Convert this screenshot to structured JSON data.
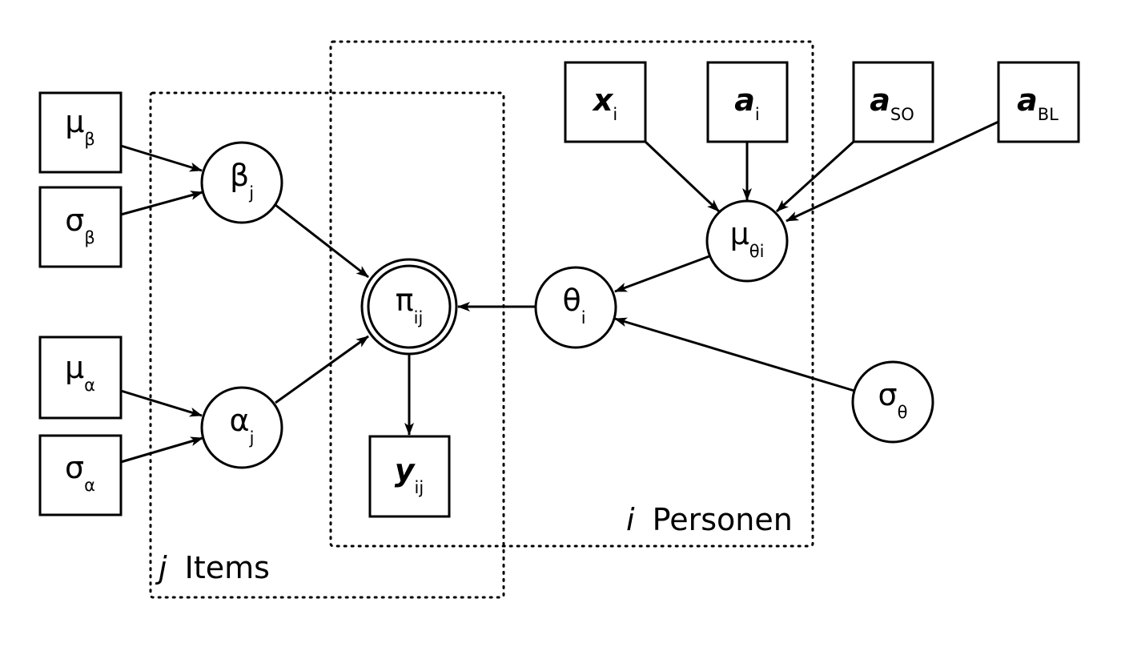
{
  "colors": {
    "stroke": "#000000",
    "fill": "#ffffff"
  },
  "plates": {
    "items": {
      "index": "j",
      "label": "Items"
    },
    "persons": {
      "index": "i",
      "label": "Personen"
    }
  },
  "nodes": {
    "mu_beta": {
      "main": "μ",
      "sub": "β",
      "shape": "square"
    },
    "sigma_beta": {
      "main": "σ",
      "sub": "β",
      "shape": "square"
    },
    "mu_alpha": {
      "main": "μ",
      "sub": "α",
      "shape": "square"
    },
    "sigma_alpha": {
      "main": "σ",
      "sub": "α",
      "shape": "square"
    },
    "beta_j": {
      "main": "β",
      "sub": "j",
      "shape": "circle"
    },
    "alpha_j": {
      "main": "α",
      "sub": "j",
      "shape": "circle"
    },
    "pi_ij": {
      "main": "π",
      "sub": "ij",
      "shape": "double-circle"
    },
    "y_ij": {
      "main": "y",
      "sub": "ij",
      "shape": "square"
    },
    "theta_i": {
      "main": "θ",
      "sub": "i",
      "shape": "circle"
    },
    "mu_theta_i": {
      "main": "μ",
      "sub": "θi",
      "shape": "circle"
    },
    "sigma_theta": {
      "main": "σ",
      "sub": "θ",
      "shape": "circle"
    },
    "x_i": {
      "main": "x",
      "sub": "i",
      "shape": "square"
    },
    "a_i": {
      "main": "a",
      "sub": "i",
      "shape": "square"
    },
    "a_so": {
      "main": "a",
      "sub": "SO",
      "shape": "square"
    },
    "a_bl": {
      "main": "a",
      "sub": "BL",
      "shape": "square"
    }
  },
  "edges": [
    {
      "from": "mu_beta",
      "to": "beta_j"
    },
    {
      "from": "sigma_beta",
      "to": "beta_j"
    },
    {
      "from": "mu_alpha",
      "to": "alpha_j"
    },
    {
      "from": "sigma_alpha",
      "to": "alpha_j"
    },
    {
      "from": "beta_j",
      "to": "pi_ij"
    },
    {
      "from": "alpha_j",
      "to": "pi_ij"
    },
    {
      "from": "pi_ij",
      "to": "y_ij"
    },
    {
      "from": "theta_i",
      "to": "pi_ij"
    },
    {
      "from": "mu_theta_i",
      "to": "theta_i"
    },
    {
      "from": "sigma_theta",
      "to": "theta_i"
    },
    {
      "from": "x_i",
      "to": "mu_theta_i"
    },
    {
      "from": "a_i",
      "to": "mu_theta_i"
    },
    {
      "from": "a_so",
      "to": "mu_theta_i"
    },
    {
      "from": "a_bl",
      "to": "mu_theta_i"
    }
  ]
}
